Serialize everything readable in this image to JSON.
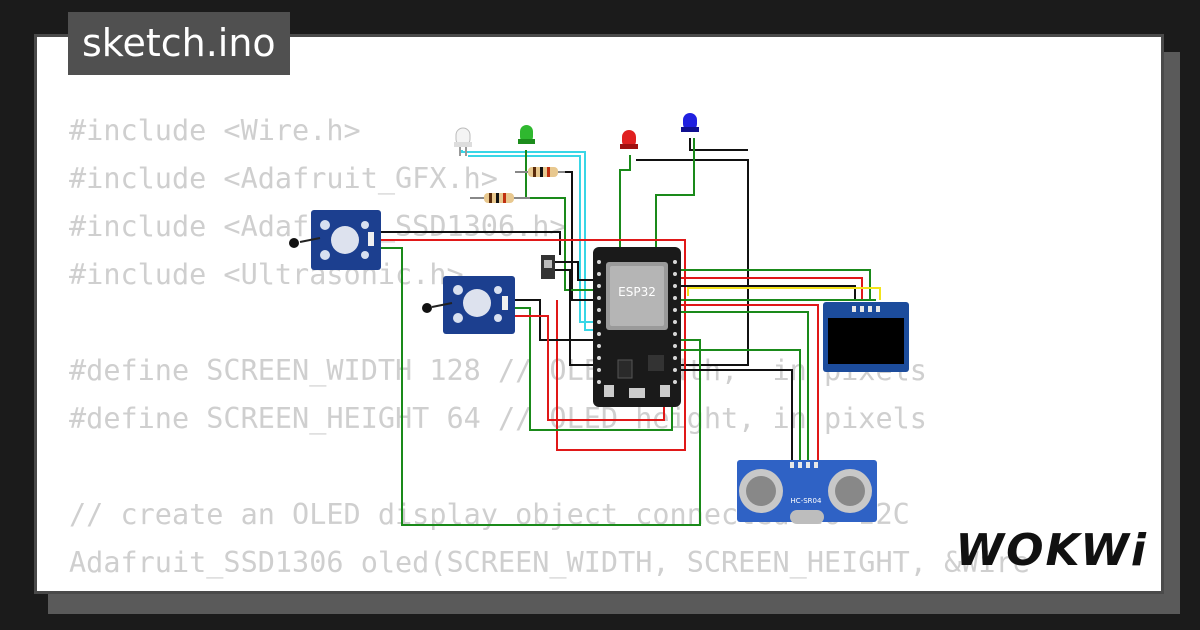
{
  "tab": {
    "title": "sketch.ino"
  },
  "code_lines": [
    "#include <Wire.h>",
    "#include <Adafruit_GFX.h>",
    "#include <Adafruit_SSD1306.h>",
    "#include <Ultrasonic.h>",
    "",
    "#define SCREEN_WIDTH 128 // OLED width,  in pixels",
    "#define SCREEN_HEIGHT 64 // OLED height, in pixels",
    "",
    "// create an OLED display object connected to I2C",
    "Adafruit_SSD1306 oled(SCREEN_WIDTH, SCREEN_HEIGHT, &Wire"
  ],
  "board": {
    "chip_label": "ESP32"
  },
  "ultrasonic": {
    "label": "HC-SR04"
  },
  "brand": {
    "logo": "WOKWi"
  },
  "colors": {
    "wire_green": "#1a8a1a",
    "wire_red": "#e01818",
    "wire_black": "#111111",
    "wire_cyan": "#39d6e6",
    "wire_yellow": "#f2e41a",
    "board": "#1a1a1a",
    "module_blue": "#1c3f8f"
  }
}
